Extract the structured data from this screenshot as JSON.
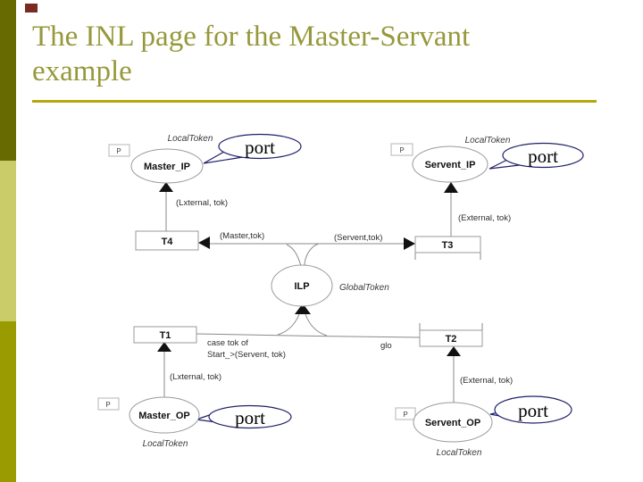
{
  "slide": {
    "title": {
      "line1": "The INL page for the Master-Servant",
      "line2": "example"
    },
    "colors": {
      "title_text": "#97983b",
      "title_rule": "#b2aa0c",
      "left_bar_top": "#666a00",
      "left_bar_middle": "#c9cc68",
      "left_bar_bottom": "#999b00",
      "accent_square": "#7a2a21",
      "callout_outline": "#20206a"
    }
  },
  "diagram": {
    "places": {
      "master_ip": {
        "name": "Master_IP",
        "token_type": "LocalToken",
        "port_tag": "P"
      },
      "servent_ip": {
        "name": "Servent_IP",
        "token_type": "LocalToken",
        "port_tag": "P"
      },
      "ilp": {
        "name": "ILP",
        "token_type": "GlobalToken"
      },
      "master_op": {
        "name": "Master_OP",
        "token_type": "LocalToken",
        "port_tag": "P"
      },
      "servent_op": {
        "name": "Servent_OP",
        "token_type": "LocalToken",
        "port_tag": "P"
      }
    },
    "transitions": {
      "t1": "T1",
      "t2": "T2",
      "t3": "T3",
      "t4": "T4"
    },
    "arc_labels": {
      "t4_to_master_ip": "(Lxternal, tok)",
      "ilp_to_t4": "(Master,tok)",
      "ilp_to_t3": "(Servent,tok)",
      "t3_to_servent_ip": "(External, tok)",
      "t1_to_ilp_line1": "case tok of",
      "t1_to_ilp_line2": "Start_>(Servent, tok)",
      "t2_to_ilp": "glo",
      "master_op_to_t1": "(Lxternal, tok)",
      "servent_op_to_t2": "(External, tok)"
    },
    "callout_label": "port"
  }
}
